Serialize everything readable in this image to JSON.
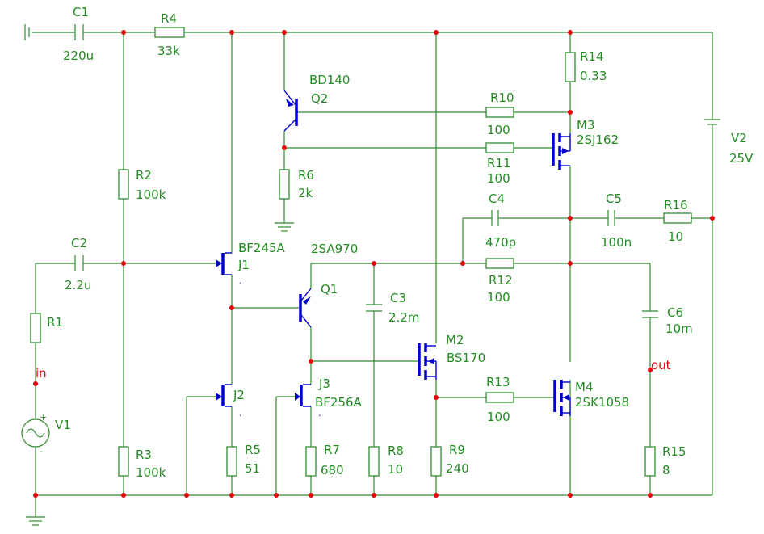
{
  "components": {
    "C1": {
      "ref": "C1",
      "value": "220u"
    },
    "C2": {
      "ref": "C2",
      "value": "2.2u"
    },
    "C3": {
      "ref": "C3",
      "value": "2.2m"
    },
    "C4": {
      "ref": "C4",
      "value": "470p"
    },
    "C5": {
      "ref": "C5",
      "value": "100n"
    },
    "C6": {
      "ref": "C6",
      "value": "10m"
    },
    "R1": {
      "ref": "R1",
      "value": ""
    },
    "R2": {
      "ref": "R2",
      "value": "100k"
    },
    "R3": {
      "ref": "R3",
      "value": "100k"
    },
    "R4": {
      "ref": "R4",
      "value": "33k"
    },
    "R5": {
      "ref": "R5",
      "value": "51"
    },
    "R6": {
      "ref": "R6",
      "value": "2k"
    },
    "R7": {
      "ref": "R7",
      "value": "680"
    },
    "R8": {
      "ref": "R8",
      "value": "10"
    },
    "R9": {
      "ref": "R9",
      "value": "240"
    },
    "R10": {
      "ref": "R10",
      "value": "100"
    },
    "R11": {
      "ref": "R11",
      "value": "100"
    },
    "R12": {
      "ref": "R12",
      "value": "100"
    },
    "R13": {
      "ref": "R13",
      "value": "100"
    },
    "R14": {
      "ref": "R14",
      "value": "0.33"
    },
    "R15": {
      "ref": "R15",
      "value": "8"
    },
    "R16": {
      "ref": "R16",
      "value": "10"
    },
    "Q1": {
      "ref": "Q1",
      "value": "2SA970"
    },
    "Q2": {
      "ref": "Q2",
      "value": "BD140"
    },
    "J1": {
      "ref": "J1",
      "value": "BF245A"
    },
    "J2": {
      "ref": "J2",
      "value": ""
    },
    "J3": {
      "ref": "J3",
      "value": "BF256A"
    },
    "M2": {
      "ref": "M2",
      "value": "BS170"
    },
    "M3": {
      "ref": "M3",
      "value": "2SJ162"
    },
    "M4": {
      "ref": "M4",
      "value": "2SK1058"
    },
    "V1": {
      "ref": "V1",
      "value": ""
    },
    "V2": {
      "ref": "V2",
      "value": "25V"
    }
  },
  "nets": {
    "in": "in",
    "out": "out"
  },
  "polarity": {
    "plus": "+",
    "minus": "-"
  },
  "colors": {
    "wire": "#2e8b2e",
    "text": "#228b22",
    "node": "#e8000b",
    "device": "#0000cc"
  }
}
